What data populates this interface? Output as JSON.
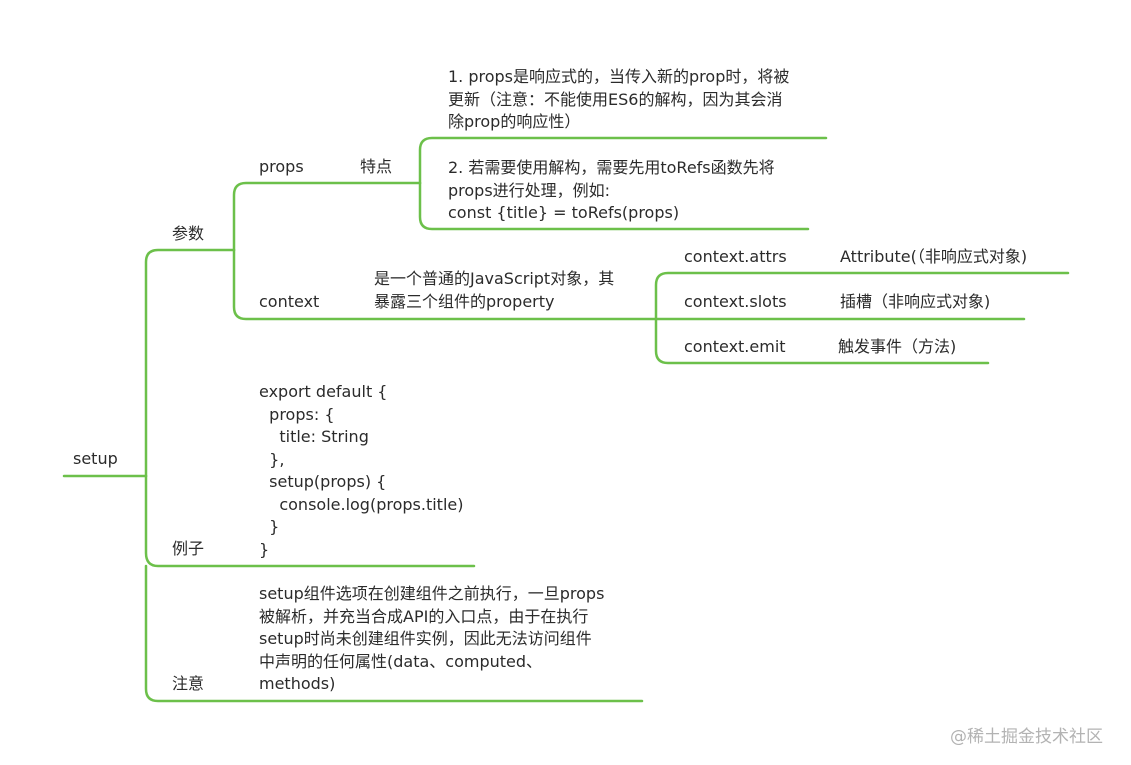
{
  "root": {
    "label": "setup"
  },
  "branches": {
    "params": {
      "label": "参数",
      "props": {
        "label": "props",
        "feature": {
          "label": "特点",
          "notes": [
            "1. props是响应式的，当传入新的prop时，将被\n更新（注意：不能使用ES6的解构，因为其会消\n除prop的响应性）",
            "2. 若需要使用解构，需要先用toRefs函数先将\nprops进行处理，例如:\nconst {title} = toRefs(props)"
          ]
        }
      },
      "context": {
        "label": "context",
        "description": "是一个普通的JavaScript对象，其\n暴露三个组件的property",
        "items": [
          {
            "name": "context.attrs",
            "desc": "Attribute(（非响应式对象)"
          },
          {
            "name": "context.slots",
            "desc": "插槽（非响应式对象)"
          },
          {
            "name": "context.emit",
            "desc": "触发事件（方法)"
          }
        ]
      }
    },
    "example": {
      "label": "例子",
      "code": "export default {\n  props: {\n    title: String\n  },\n  setup(props) {\n    console.log(props.title)\n  }\n}"
    },
    "notice": {
      "label": "注意",
      "text": "setup组件选项在创建组件之前执行，一旦props\n被解析，并充当合成API的入口点，由于在执行\nsetup时尚未创建组件实例，因此无法访问组件\n中声明的任何属性(data、computed、\nmethods)"
    }
  },
  "watermark": "@稀土掘金技术社区",
  "colors": {
    "line": "#6cc04a",
    "text": "#2b2b2b",
    "watermark": "#b3b3b3"
  }
}
